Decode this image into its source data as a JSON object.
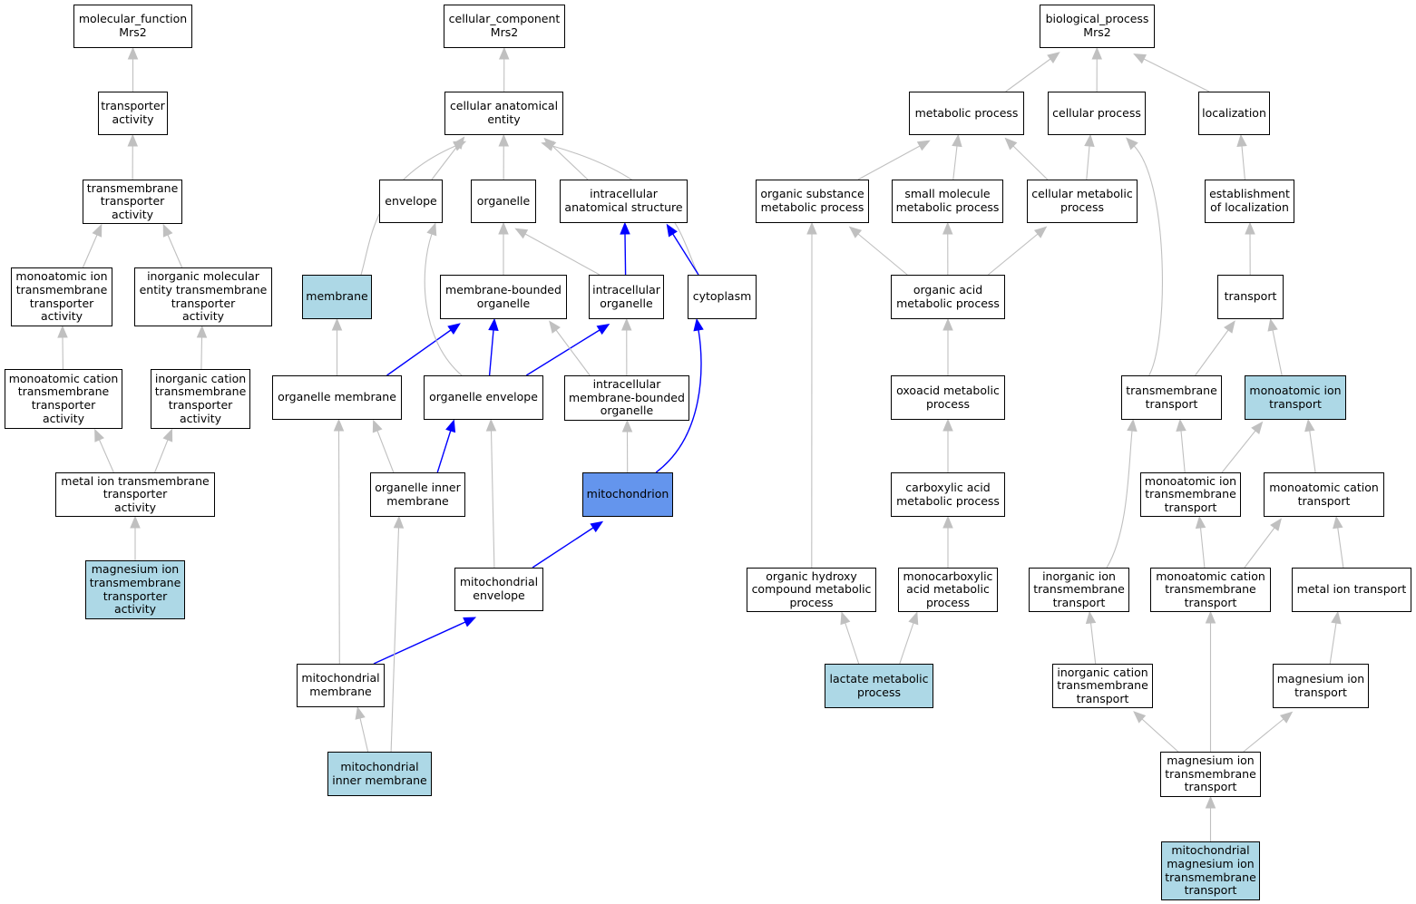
{
  "colors": {
    "edge_default": "#c0c0c0",
    "edge_path": "#0000ff",
    "node_default": "#ffffff",
    "node_highlight": "#add8e6",
    "node_focus": "#6495ed",
    "border": "#000000"
  },
  "nodes": {
    "molecular_function": {
      "label": "molecular_function\nMrs2",
      "style": "default"
    },
    "transporter_activity": {
      "label": "transporter\nactivity",
      "style": "default"
    },
    "transmembrane_transporter_activity": {
      "label": "transmembrane\ntransporter\nactivity",
      "style": "default"
    },
    "monoatomic_ion_tm_transporter_activity": {
      "label": "monoatomic ion\ntransmembrane\ntransporter\nactivity",
      "style": "default"
    },
    "inorganic_molecular_entity_tm_transporter_activity": {
      "label": "inorganic molecular\nentity transmembrane\ntransporter\nactivity",
      "style": "default"
    },
    "monoatomic_cation_tm_transporter_activity": {
      "label": "monoatomic cation\ntransmembrane\ntransporter\nactivity",
      "style": "default"
    },
    "inorganic_cation_tm_transporter_activity": {
      "label": "inorganic cation\ntransmembrane\ntransporter\nactivity",
      "style": "default"
    },
    "metal_ion_tm_transporter_activity": {
      "label": "metal ion transmembrane\ntransporter\nactivity",
      "style": "default"
    },
    "magnesium_ion_tm_transporter_activity": {
      "label": "magnesium ion\ntransmembrane\ntransporter\nactivity",
      "style": "highlight"
    },
    "cellular_component": {
      "label": "cellular_component\nMrs2",
      "style": "default"
    },
    "cellular_anatomical_entity": {
      "label": "cellular anatomical\nentity",
      "style": "default"
    },
    "envelope": {
      "label": "envelope",
      "style": "default"
    },
    "organelle": {
      "label": "organelle",
      "style": "default"
    },
    "intracellular_anatomical_structure": {
      "label": "intracellular\nanatomical structure",
      "style": "default"
    },
    "membrane": {
      "label": "membrane",
      "style": "highlight"
    },
    "membrane_bounded_organelle": {
      "label": "membrane-bounded\norganelle",
      "style": "default"
    },
    "intracellular_organelle": {
      "label": "intracellular\norganelle",
      "style": "default"
    },
    "cytoplasm": {
      "label": "cytoplasm",
      "style": "default"
    },
    "organelle_membrane": {
      "label": "organelle membrane",
      "style": "default"
    },
    "organelle_envelope": {
      "label": "organelle envelope",
      "style": "default"
    },
    "intracellular_membrane_bounded_organelle": {
      "label": "intracellular\nmembrane-bounded\norganelle",
      "style": "default"
    },
    "organelle_inner_membrane": {
      "label": "organelle inner\nmembrane",
      "style": "default"
    },
    "mitochondrion": {
      "label": "mitochondrion",
      "style": "focus"
    },
    "mitochondrial_envelope": {
      "label": "mitochondrial\nenvelope",
      "style": "default"
    },
    "mitochondrial_membrane": {
      "label": "mitochondrial\nmembrane",
      "style": "default"
    },
    "mitochondrial_inner_membrane": {
      "label": "mitochondrial\ninner membrane",
      "style": "highlight"
    },
    "biological_process": {
      "label": "biological_process\nMrs2",
      "style": "default"
    },
    "metabolic_process": {
      "label": "metabolic process",
      "style": "default"
    },
    "cellular_process": {
      "label": "cellular process",
      "style": "default"
    },
    "localization": {
      "label": "localization",
      "style": "default"
    },
    "organic_substance_metabolic_process": {
      "label": "organic substance\nmetabolic process",
      "style": "default"
    },
    "small_molecule_metabolic_process": {
      "label": "small molecule\nmetabolic process",
      "style": "default"
    },
    "cellular_metabolic_process": {
      "label": "cellular metabolic\nprocess",
      "style": "default"
    },
    "establishment_of_localization": {
      "label": "establishment\nof localization",
      "style": "default"
    },
    "organic_acid_metabolic_process": {
      "label": "organic acid\nmetabolic process",
      "style": "default"
    },
    "transport": {
      "label": "transport",
      "style": "default"
    },
    "oxoacid_metabolic_process": {
      "label": "oxoacid metabolic\nprocess",
      "style": "default"
    },
    "transmembrane_transport": {
      "label": "transmembrane\ntransport",
      "style": "default"
    },
    "monoatomic_ion_transport": {
      "label": "monoatomic ion\ntransport",
      "style": "highlight"
    },
    "carboxylic_acid_metabolic_process": {
      "label": "carboxylic acid\nmetabolic process",
      "style": "default"
    },
    "monoatomic_ion_tm_transport": {
      "label": "monoatomic ion\ntransmembrane\ntransport",
      "style": "default"
    },
    "monoatomic_cation_transport": {
      "label": "monoatomic cation\ntransport",
      "style": "default"
    },
    "organic_hydroxy_compound_metabolic_process": {
      "label": "organic hydroxy\ncompound metabolic\nprocess",
      "style": "default"
    },
    "monocarboxylic_acid_metabolic_process": {
      "label": "monocarboxylic\nacid metabolic\nprocess",
      "style": "default"
    },
    "inorganic_ion_tm_transport": {
      "label": "inorganic ion\ntransmembrane\ntransport",
      "style": "default"
    },
    "monoatomic_cation_tm_transport": {
      "label": "monoatomic cation\ntransmembrane\ntransport",
      "style": "default"
    },
    "metal_ion_transport": {
      "label": "metal ion transport",
      "style": "default"
    },
    "lactate_metabolic_process": {
      "label": "lactate metabolic\nprocess",
      "style": "highlight"
    },
    "inorganic_cation_tm_transport": {
      "label": "inorganic cation\ntransmembrane\ntransport",
      "style": "default"
    },
    "magnesium_ion_transport": {
      "label": "magnesium ion\ntransport",
      "style": "default"
    },
    "magnesium_ion_tm_transport": {
      "label": "magnesium ion\ntransmembrane\ntransport",
      "style": "default"
    },
    "mitochondrial_magnesium_ion_tm_transport": {
      "label": "mitochondrial\nmagnesium ion\ntransmembrane\ntransport",
      "style": "highlight"
    }
  },
  "edges": [
    {
      "from": "transporter_activity",
      "to": "molecular_function",
      "path": false
    },
    {
      "from": "transmembrane_transporter_activity",
      "to": "transporter_activity",
      "path": false
    },
    {
      "from": "monoatomic_ion_tm_transporter_activity",
      "to": "transmembrane_transporter_activity",
      "path": false
    },
    {
      "from": "inorganic_molecular_entity_tm_transporter_activity",
      "to": "transmembrane_transporter_activity",
      "path": false
    },
    {
      "from": "monoatomic_cation_tm_transporter_activity",
      "to": "monoatomic_ion_tm_transporter_activity",
      "path": false
    },
    {
      "from": "inorganic_cation_tm_transporter_activity",
      "to": "inorganic_molecular_entity_tm_transporter_activity",
      "path": false
    },
    {
      "from": "metal_ion_tm_transporter_activity",
      "to": "monoatomic_cation_tm_transporter_activity",
      "path": false
    },
    {
      "from": "metal_ion_tm_transporter_activity",
      "to": "inorganic_cation_tm_transporter_activity",
      "path": false
    },
    {
      "from": "magnesium_ion_tm_transporter_activity",
      "to": "metal_ion_tm_transporter_activity",
      "path": false
    },
    {
      "from": "cellular_anatomical_entity",
      "to": "cellular_component",
      "path": false
    },
    {
      "from": "envelope",
      "to": "cellular_anatomical_entity",
      "path": false
    },
    {
      "from": "organelle",
      "to": "cellular_anatomical_entity",
      "path": false
    },
    {
      "from": "intracellular_anatomical_structure",
      "to": "cellular_anatomical_entity",
      "path": false
    },
    {
      "from": "membrane",
      "to": "cellular_anatomical_entity",
      "path": false
    },
    {
      "from": "cytoplasm",
      "to": "cellular_anatomical_entity",
      "path": false
    },
    {
      "from": "membrane_bounded_organelle",
      "to": "organelle",
      "path": false
    },
    {
      "from": "intracellular_organelle",
      "to": "organelle",
      "path": false
    },
    {
      "from": "intracellular_organelle",
      "to": "intracellular_anatomical_structure",
      "path": true
    },
    {
      "from": "cytoplasm",
      "to": "intracellular_anatomical_structure",
      "path": true
    },
    {
      "from": "organelle_membrane",
      "to": "membrane",
      "path": false
    },
    {
      "from": "organelle_membrane",
      "to": "membrane_bounded_organelle",
      "path": true
    },
    {
      "from": "organelle_envelope",
      "to": "envelope",
      "path": false
    },
    {
      "from": "organelle_envelope",
      "to": "membrane_bounded_organelle",
      "path": true
    },
    {
      "from": "organelle_envelope",
      "to": "intracellular_organelle",
      "path": true
    },
    {
      "from": "intracellular_membrane_bounded_organelle",
      "to": "membrane_bounded_organelle",
      "path": false
    },
    {
      "from": "intracellular_membrane_bounded_organelle",
      "to": "intracellular_organelle",
      "path": false
    },
    {
      "from": "organelle_inner_membrane",
      "to": "organelle_membrane",
      "path": false
    },
    {
      "from": "organelle_inner_membrane",
      "to": "organelle_envelope",
      "path": true
    },
    {
      "from": "mitochondrion",
      "to": "intracellular_membrane_bounded_organelle",
      "path": false
    },
    {
      "from": "mitochondrion",
      "to": "cytoplasm",
      "path": true
    },
    {
      "from": "mitochondrial_envelope",
      "to": "organelle_envelope",
      "path": false
    },
    {
      "from": "mitochondrial_envelope",
      "to": "mitochondrion",
      "path": true
    },
    {
      "from": "mitochondrial_membrane",
      "to": "organelle_membrane",
      "path": false
    },
    {
      "from": "mitochondrial_membrane",
      "to": "mitochondrial_envelope",
      "path": true
    },
    {
      "from": "mitochondrial_inner_membrane",
      "to": "mitochondrial_membrane",
      "path": false
    },
    {
      "from": "mitochondrial_inner_membrane",
      "to": "organelle_inner_membrane",
      "path": false
    },
    {
      "from": "metabolic_process",
      "to": "biological_process",
      "path": false
    },
    {
      "from": "cellular_process",
      "to": "biological_process",
      "path": false
    },
    {
      "from": "localization",
      "to": "biological_process",
      "path": false
    },
    {
      "from": "organic_substance_metabolic_process",
      "to": "metabolic_process",
      "path": false
    },
    {
      "from": "small_molecule_metabolic_process",
      "to": "metabolic_process",
      "path": false
    },
    {
      "from": "cellular_metabolic_process",
      "to": "metabolic_process",
      "path": false
    },
    {
      "from": "cellular_metabolic_process",
      "to": "cellular_process",
      "path": false
    },
    {
      "from": "establishment_of_localization",
      "to": "localization",
      "path": false
    },
    {
      "from": "organic_acid_metabolic_process",
      "to": "organic_substance_metabolic_process",
      "path": false
    },
    {
      "from": "organic_acid_metabolic_process",
      "to": "small_molecule_metabolic_process",
      "path": false
    },
    {
      "from": "organic_acid_metabolic_process",
      "to": "cellular_metabolic_process",
      "path": false
    },
    {
      "from": "transport",
      "to": "establishment_of_localization",
      "path": false
    },
    {
      "from": "oxoacid_metabolic_process",
      "to": "organic_acid_metabolic_process",
      "path": false
    },
    {
      "from": "transmembrane_transport",
      "to": "transport",
      "path": false
    },
    {
      "from": "transmembrane_transport",
      "to": "cellular_process",
      "path": false
    },
    {
      "from": "monoatomic_ion_transport",
      "to": "transport",
      "path": false
    },
    {
      "from": "carboxylic_acid_metabolic_process",
      "to": "oxoacid_metabolic_process",
      "path": false
    },
    {
      "from": "monoatomic_ion_tm_transport",
      "to": "transmembrane_transport",
      "path": false
    },
    {
      "from": "monoatomic_ion_tm_transport",
      "to": "monoatomic_ion_transport",
      "path": false
    },
    {
      "from": "monoatomic_cation_transport",
      "to": "monoatomic_ion_transport",
      "path": false
    },
    {
      "from": "organic_hydroxy_compound_metabolic_process",
      "to": "organic_substance_metabolic_process",
      "path": false
    },
    {
      "from": "monocarboxylic_acid_metabolic_process",
      "to": "carboxylic_acid_metabolic_process",
      "path": false
    },
    {
      "from": "inorganic_ion_tm_transport",
      "to": "transmembrane_transport",
      "path": false
    },
    {
      "from": "monoatomic_cation_tm_transport",
      "to": "monoatomic_ion_tm_transport",
      "path": false
    },
    {
      "from": "monoatomic_cation_tm_transport",
      "to": "monoatomic_cation_transport",
      "path": false
    },
    {
      "from": "metal_ion_transport",
      "to": "monoatomic_cation_transport",
      "path": false
    },
    {
      "from": "lactate_metabolic_process",
      "to": "organic_hydroxy_compound_metabolic_process",
      "path": false
    },
    {
      "from": "lactate_metabolic_process",
      "to": "monocarboxylic_acid_metabolic_process",
      "path": false
    },
    {
      "from": "inorganic_cation_tm_transport",
      "to": "inorganic_ion_tm_transport",
      "path": false
    },
    {
      "from": "magnesium_ion_transport",
      "to": "metal_ion_transport",
      "path": false
    },
    {
      "from": "magnesium_ion_tm_transport",
      "to": "inorganic_cation_tm_transport",
      "path": false
    },
    {
      "from": "magnesium_ion_tm_transport",
      "to": "monoatomic_cation_tm_transport",
      "path": false
    },
    {
      "from": "magnesium_ion_tm_transport",
      "to": "magnesium_ion_transport",
      "path": false
    },
    {
      "from": "mitochondrial_magnesium_ion_tm_transport",
      "to": "magnesium_ion_tm_transport",
      "path": false
    }
  ]
}
